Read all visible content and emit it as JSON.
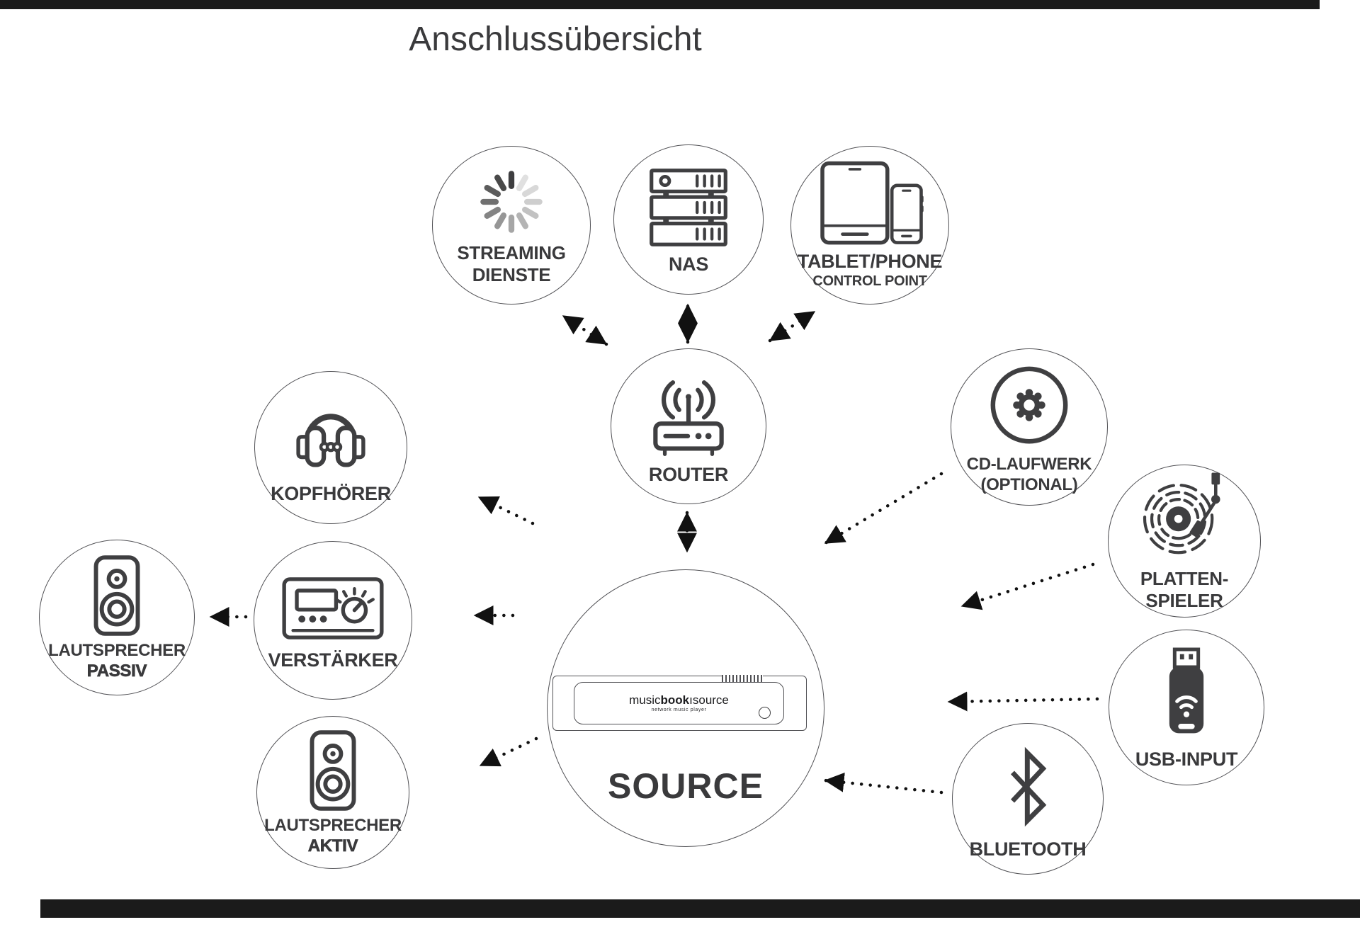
{
  "page": {
    "title": "Anschlussübersicht"
  },
  "palette": {
    "ink": "#3f3f41",
    "label_text": "#3a3a3c",
    "bars": "#1b1b1b",
    "arrows": "#111111",
    "background": "#ffffff",
    "spinner_grays": [
      "#3e3e40",
      "#e0e0e0",
      "#d8d8d8",
      "#cecece",
      "#c2c2c2",
      "#b4b4b4",
      "#a6a6a6",
      "#969696",
      "#848484",
      "#707070",
      "#5c5c5c",
      "#494949"
    ]
  },
  "nodes": {
    "streaming": {
      "line1": "STREAMING",
      "line2": "DIENSTE"
    },
    "nas": {
      "line1": "NAS"
    },
    "tablet_phone": {
      "line1": "TABLET/PHONE",
      "line2": "CONTROL POINT"
    },
    "router": {
      "line1": "ROUTER"
    },
    "kopfhoerer": {
      "line1": "KOPFHÖRER"
    },
    "verstaerker": {
      "line1": "VERSTÄRKER"
    },
    "lautsprecher_passiv": {
      "line1": "LAUTSPRECHER",
      "line2": "PASSIV"
    },
    "lautsprecher_aktiv": {
      "line1": "LAUTSPRECHER",
      "line2": "AKTIV"
    },
    "cd_laufwerk": {
      "line1": "CD-LAUFWERK",
      "line2": "(OPTIONAL)"
    },
    "plattenspieler": {
      "line1": "PLATTEN-",
      "line2": "SPIELER"
    },
    "usb_input": {
      "line1": "USB-INPUT"
    },
    "bluetooth": {
      "line1": "BLUETOOTH"
    },
    "source": {
      "label": "SOURCE",
      "brand_regular1": "music",
      "brand_bold": "book",
      "brand_separator": "ı",
      "brand_regular2": "source",
      "device_subtitle": "network music player"
    }
  },
  "connections": [
    {
      "from": "router",
      "to": "streaming",
      "bidirectional": true
    },
    {
      "from": "router",
      "to": "nas",
      "bidirectional": true
    },
    {
      "from": "router",
      "to": "tablet_phone",
      "bidirectional": true
    },
    {
      "from": "router",
      "to": "source",
      "bidirectional": true
    },
    {
      "from": "source",
      "to": "kopfhoerer",
      "bidirectional": false
    },
    {
      "from": "source",
      "to": "verstaerker",
      "bidirectional": false
    },
    {
      "from": "verstaerker",
      "to": "lautsprecher_passiv",
      "bidirectional": false
    },
    {
      "from": "source",
      "to": "lautsprecher_aktiv",
      "bidirectional": false
    },
    {
      "from": "cd_laufwerk",
      "to": "source",
      "bidirectional": false
    },
    {
      "from": "plattenspieler",
      "to": "source",
      "bidirectional": false
    },
    {
      "from": "usb_input",
      "to": "source",
      "bidirectional": false
    },
    {
      "from": "bluetooth",
      "to": "source",
      "bidirectional": false
    }
  ]
}
